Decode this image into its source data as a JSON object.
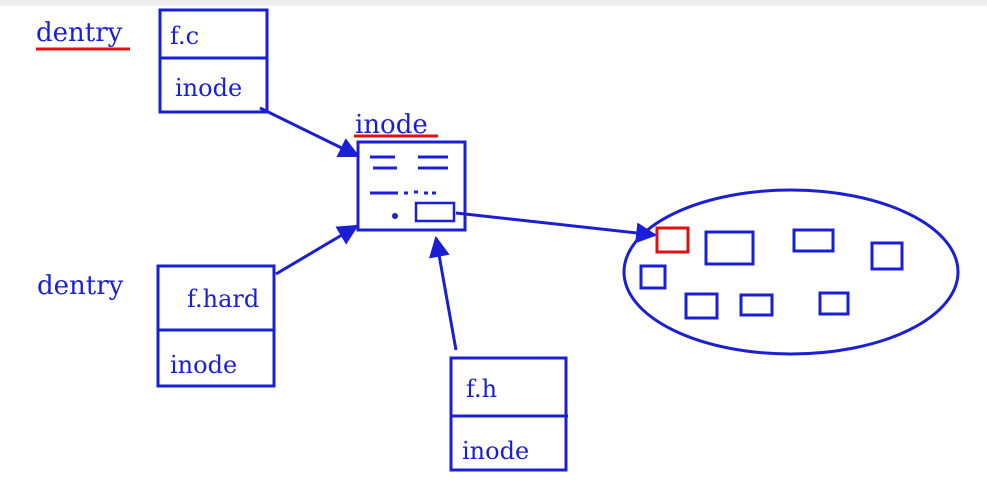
{
  "labels": {
    "dentry_top": "dentry",
    "dentry_bottom": "dentry",
    "inode_title": "inode"
  },
  "boxes": {
    "f_c": {
      "name": "f.c",
      "field": "inode"
    },
    "f_hard": {
      "name": "f.hard",
      "field": "inode"
    },
    "f_h": {
      "name": "f.h",
      "field": "inode"
    }
  },
  "colors": {
    "ink": "#1a1fd6",
    "highlight": "#e01010"
  }
}
